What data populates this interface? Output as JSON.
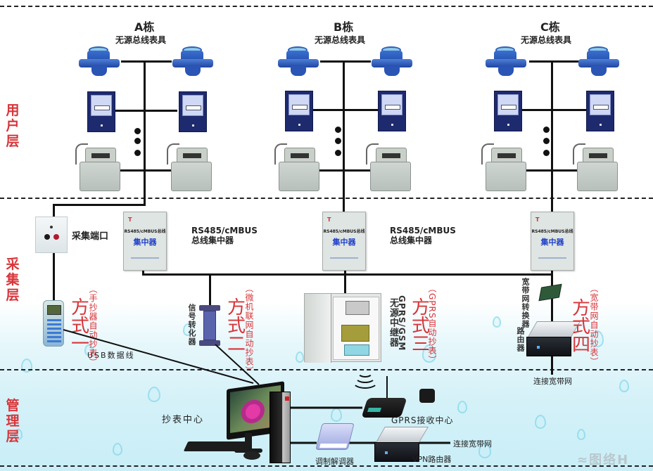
{
  "diagram": {
    "layers": {
      "user": "用户层",
      "collection": "采集层",
      "management": "管理层"
    },
    "buildings": [
      {
        "name": "A栋",
        "subtitle": "无源总线表具"
      },
      {
        "name": "B栋",
        "subtitle": "无源总线表具"
      },
      {
        "name": "C栋",
        "subtitle": "无源总线表具"
      }
    ],
    "devices": {
      "collection_port": "采集端口",
      "concentrator_model": "RS485/cMBUS总线",
      "concentrator_name": "集中器",
      "concentrator_logo": "T",
      "concentrator_caption_1": "RS485/cMBUS\n总线集中器",
      "concentrator_caption_1_line1": "RS485/cMBUS",
      "concentrator_caption_1_line2": "总线集中器",
      "signal_converter": "信号转化器",
      "gprs_relay_line1": "GPRS/GSM",
      "gprs_relay_line2": "无源中继器",
      "broadband_converter": "宽带网转换器",
      "router": "路由器",
      "connect_broadband": "连接宽带网",
      "usb_cable": "USB数据线",
      "reading_center": "抄表中心",
      "gprs_receiver": "GPRS接收中心",
      "modem": "调制解调器",
      "vpn_router": "VPN路由器",
      "connect_broadband_2": "连接宽带网"
    },
    "modes": [
      {
        "title": "方式一",
        "desc": "（手抄器自动抄表）"
      },
      {
        "title": "方式二",
        "desc": "（微机联网自动抄表）"
      },
      {
        "title": "方式三",
        "desc": "（GPRS自动抄表）"
      },
      {
        "title": "方式四",
        "desc": "（宽带网自动抄表）"
      }
    ],
    "colors": {
      "layer_label": "#d8353a",
      "mode_label": "#d8353a",
      "concentrator_text": "#2040c8",
      "line": "#111111"
    },
    "watermark": "≈图络H"
  }
}
